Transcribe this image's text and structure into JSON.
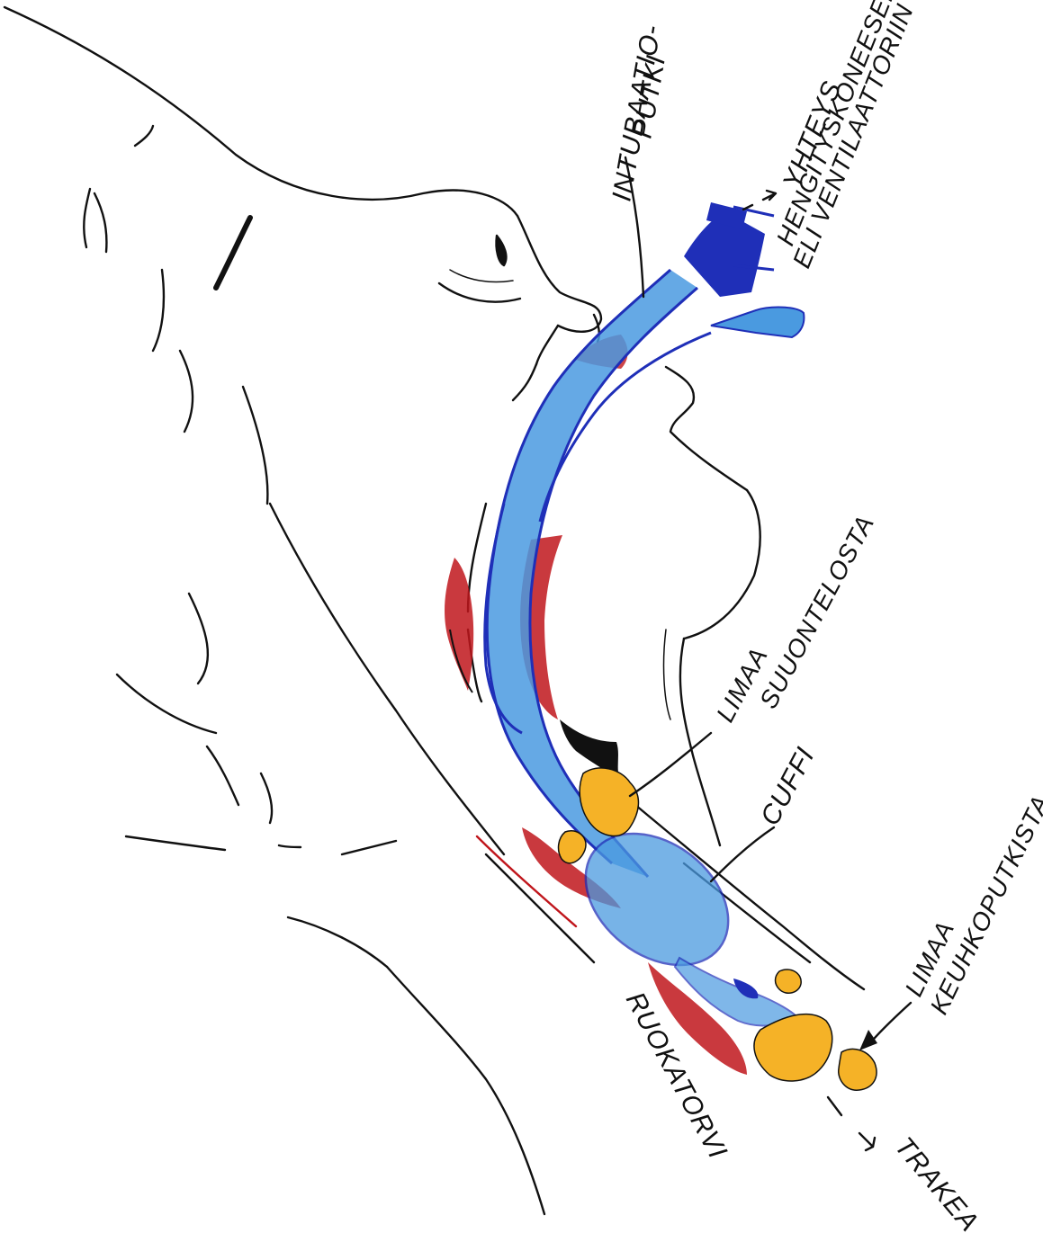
{
  "colors": {
    "ink": "#111111",
    "tube_light": "#4a9ae0",
    "tube_dark": "#1f2fb8",
    "tissue_red": "#c0161c",
    "mucus": "#f5b227",
    "background": "#ffffff"
  },
  "labels": {
    "intubation_tube_line1": "INTUBAATIO-",
    "intubation_tube_line2": "PUTKI",
    "connection_line1": "YHTEYS",
    "connection_line2": "HENGITYSKONEESEEN",
    "connection_line3": "ELI VENTILAATTORIIN",
    "mucus_sinus_line1": "LIMAA",
    "mucus_sinus_line2": "SUUONTELOSTA",
    "cuff": "CUFFI",
    "mucus_bronchi_line1": "LIMAA",
    "mucus_bronchi_line2": "KEUHKOPUTKISTA",
    "esophagus": "RUOKATORVI",
    "trachea": "TRAKEA"
  }
}
